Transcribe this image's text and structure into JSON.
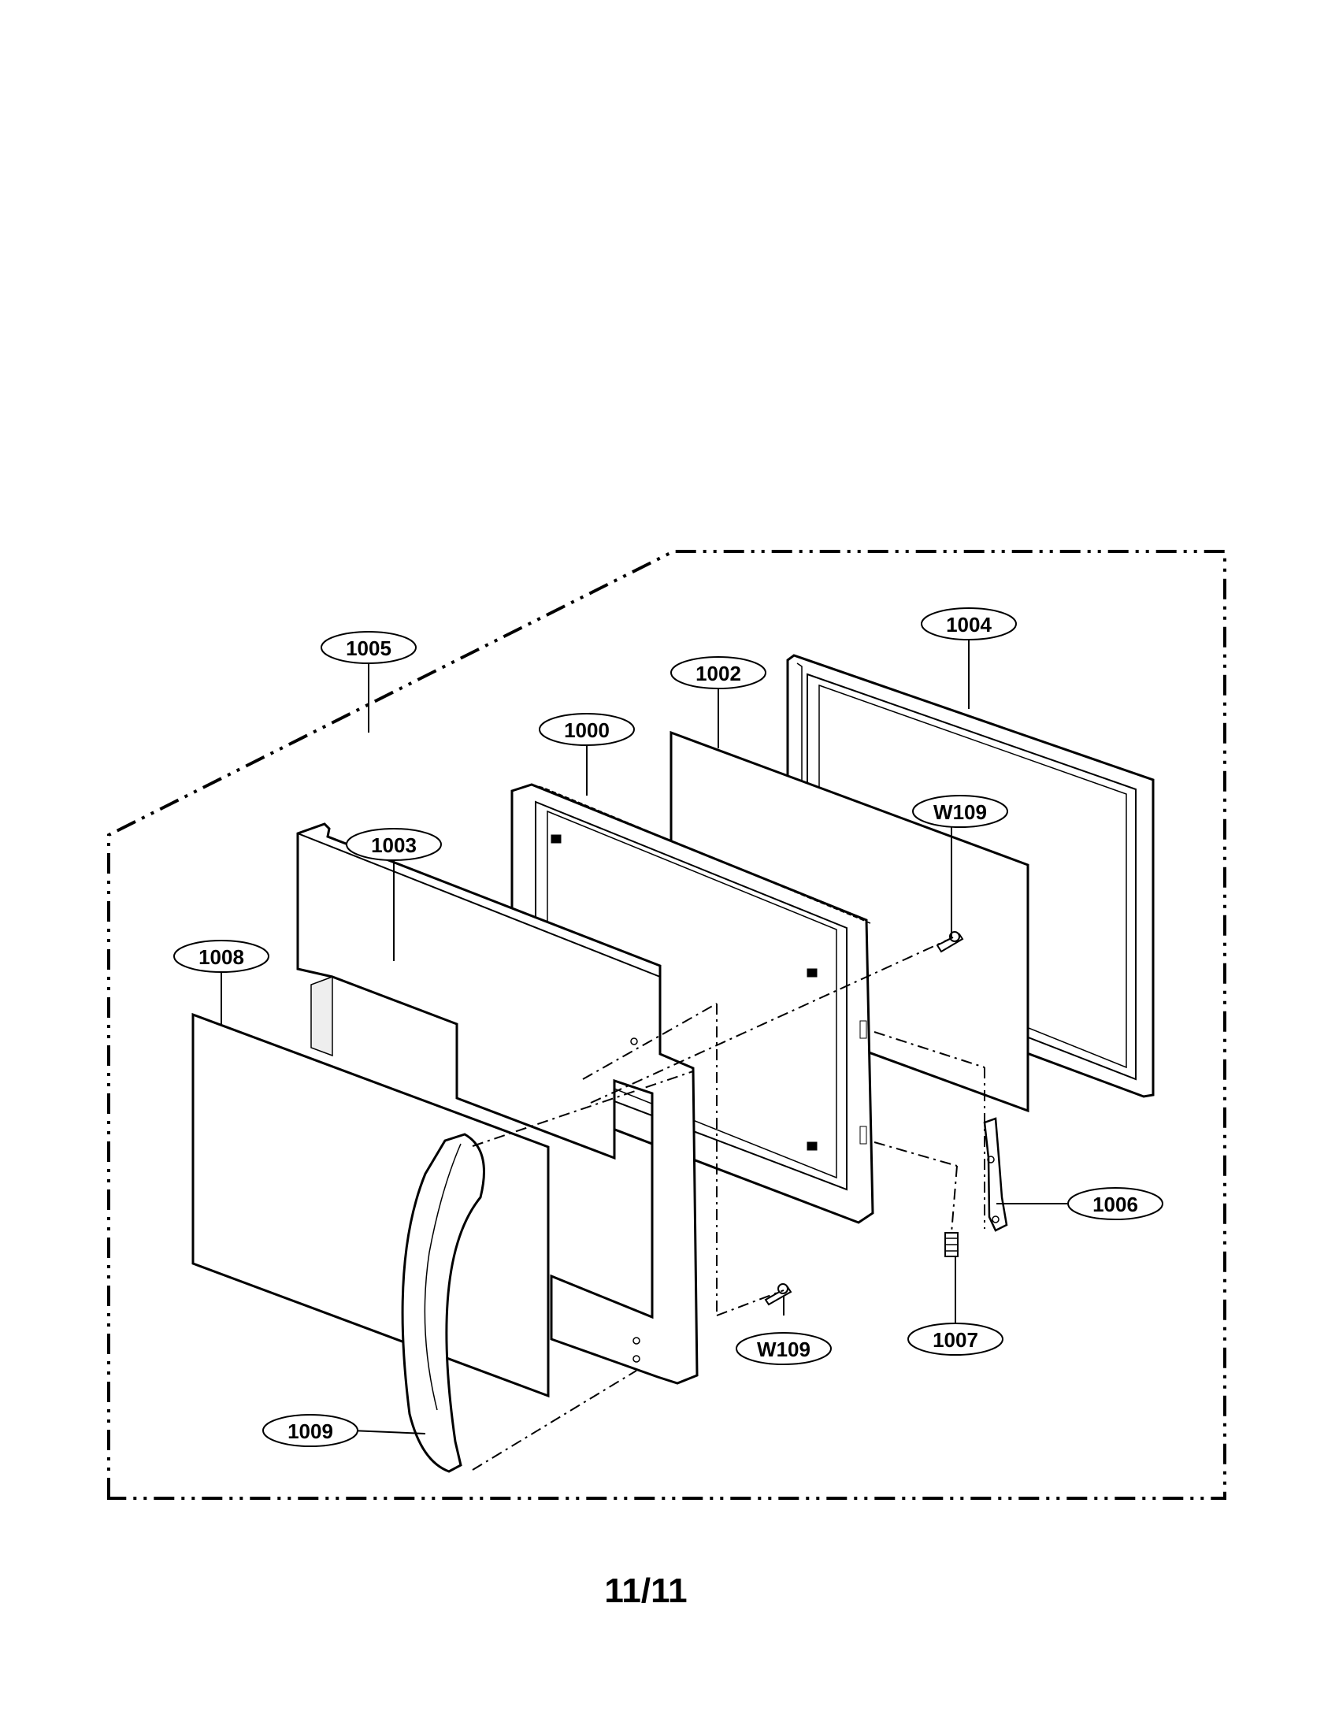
{
  "diagram": {
    "callouts": [
      {
        "id": "part-1005",
        "label": "1005"
      },
      {
        "id": "part-1004",
        "label": "1004"
      },
      {
        "id": "part-1002",
        "label": "1002"
      },
      {
        "id": "part-1000",
        "label": "1000"
      },
      {
        "id": "part-w109-top",
        "label": "W109"
      },
      {
        "id": "part-1003",
        "label": "1003"
      },
      {
        "id": "part-1008",
        "label": "1008"
      },
      {
        "id": "part-1006",
        "label": "1006"
      },
      {
        "id": "part-1007",
        "label": "1007"
      },
      {
        "id": "part-w109-bottom",
        "label": "W109"
      },
      {
        "id": "part-1009",
        "label": "1009"
      }
    ]
  },
  "footer": {
    "page": "11/11"
  }
}
